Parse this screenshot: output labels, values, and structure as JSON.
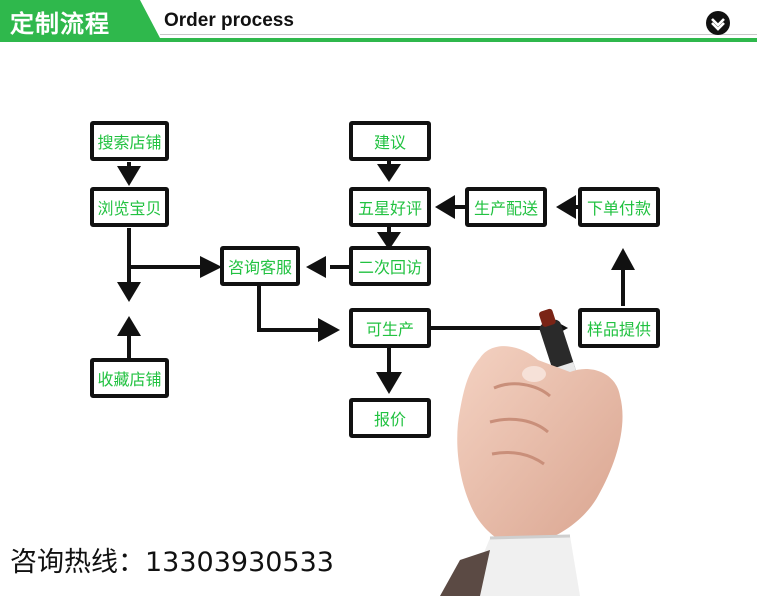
{
  "header": {
    "title": "定制流程",
    "subtitle": "Order process",
    "expand_icon": "chevron-down-icon",
    "accent_color": "#2fb84c"
  },
  "nodes": {
    "search_store": "搜索店铺",
    "browse_item": "浏览宝贝",
    "favorite_store": "收藏店铺",
    "consult_service": "咨询客服",
    "suggestion": "建议",
    "five_star": "五星好评",
    "follow_up": "二次回访",
    "producible": "可生产",
    "quote": "报价",
    "production_delivery": "生产配送",
    "order_payment": "下单付款",
    "sample": "样品提供"
  },
  "node_text_color": "#22c241",
  "contact": {
    "label": "咨询热线：",
    "phone": "13303930533"
  }
}
